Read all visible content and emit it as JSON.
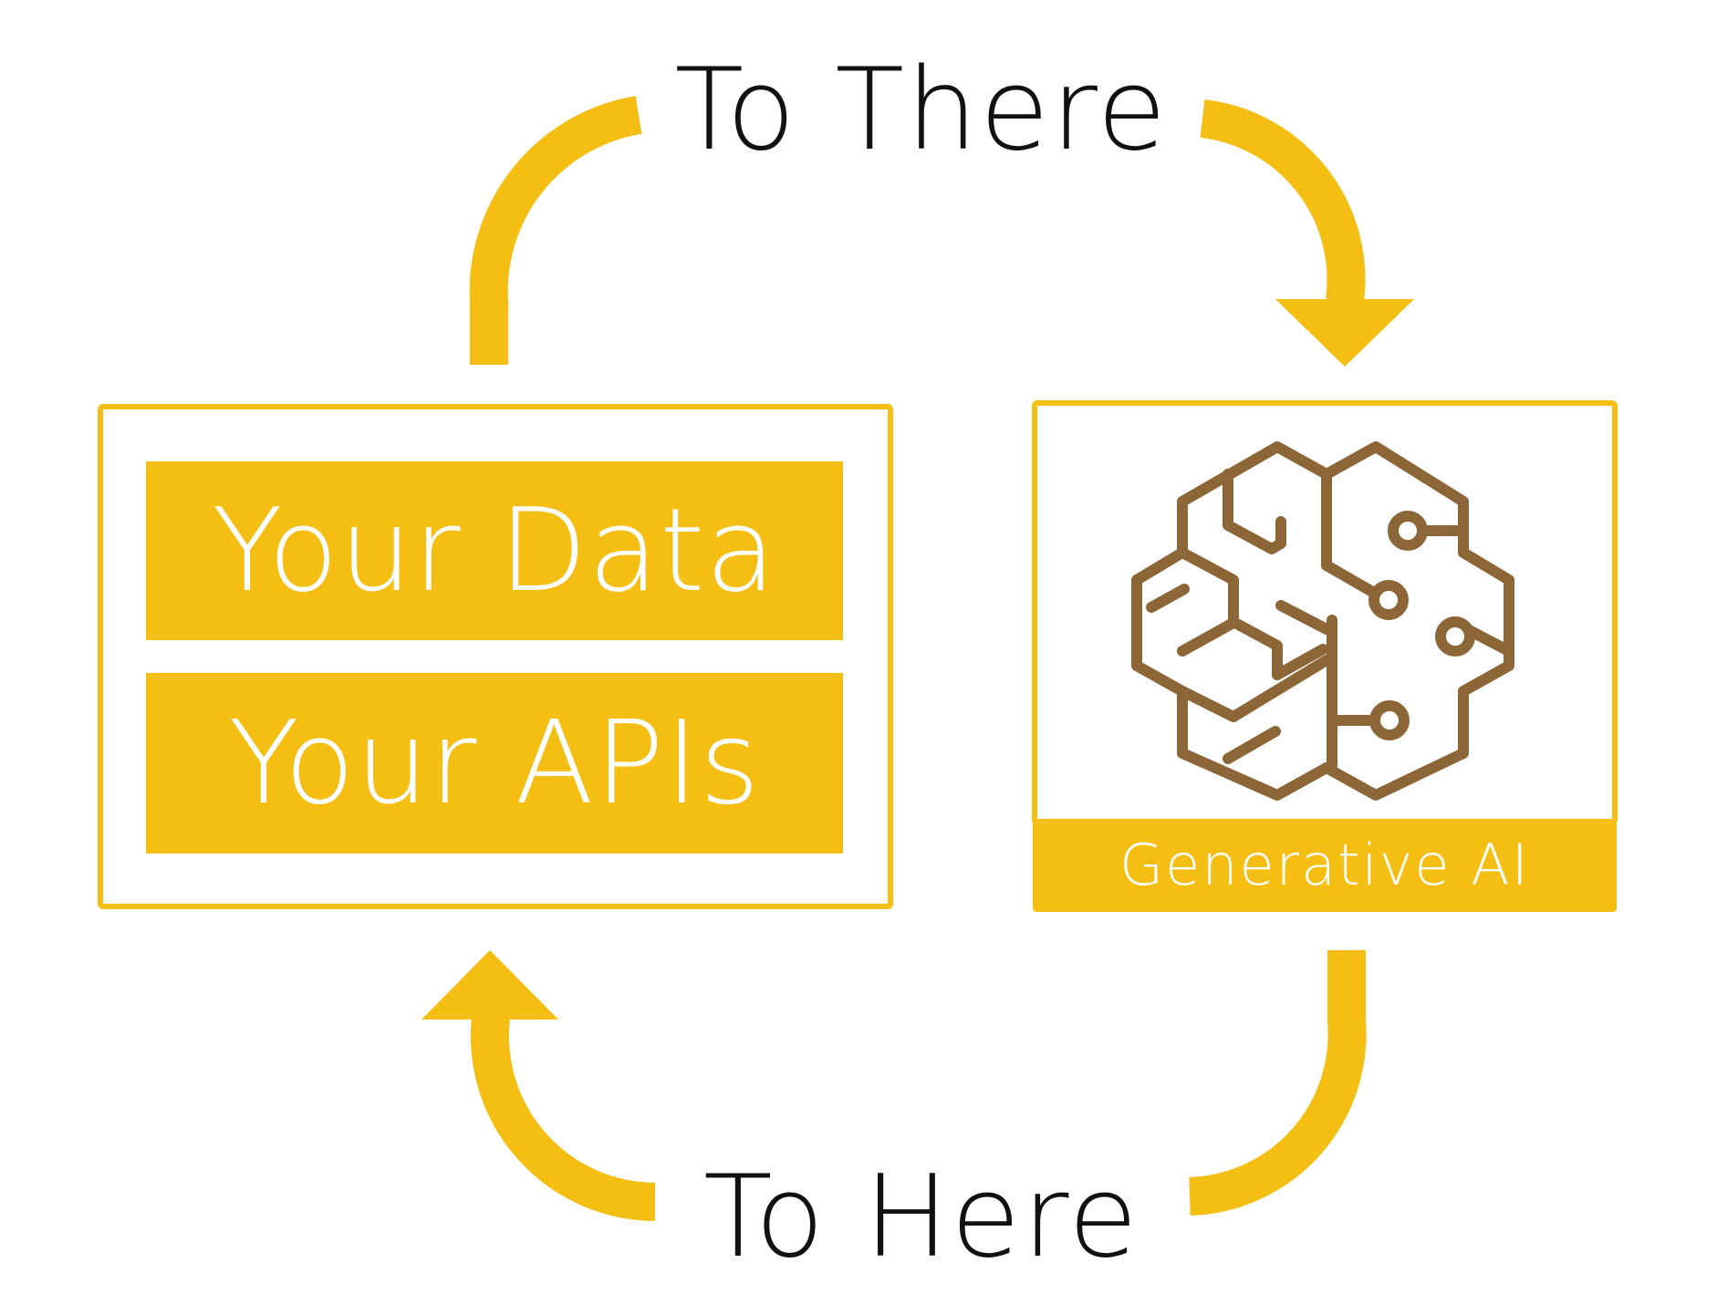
{
  "diagram": {
    "top_label": "To There",
    "bottom_label": "To Here",
    "left_box": {
      "line1": "Your Data",
      "line2": "Your APIs"
    },
    "right_box": {
      "caption": "Generative AI",
      "icon": "brain-circuit-icon"
    },
    "colors": {
      "accent": "#F5BE13",
      "icon": "#8C6636",
      "text_dark": "#111111",
      "text_light": "#FFFFFF"
    }
  }
}
